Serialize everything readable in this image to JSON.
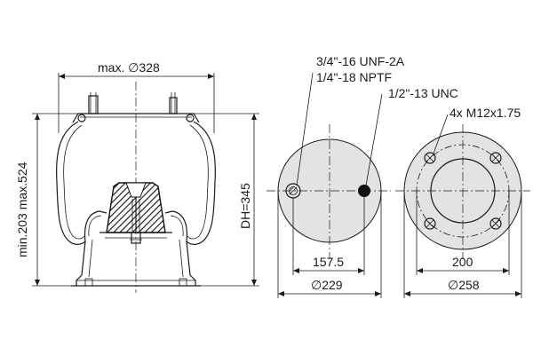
{
  "side_view": {
    "max_diameter_label": "max. ∅328",
    "height_range_label": "min.203 max.524",
    "design_height_label": "DH=345"
  },
  "top_plate_view": {
    "thread_large_label": "3/4\"-16 UNF-2A",
    "thread_fitting_label": "1/4\"-18 NPTF",
    "thread_center_label": "1/2\"-13 UNC",
    "offset_dimension_label": "157.5",
    "plate_diameter_label": "∅229"
  },
  "bottom_plate_view": {
    "bolt_pattern_label": "4x M12x1.75",
    "bolt_circle_label": "200",
    "plate_diameter_label": "∅258"
  }
}
